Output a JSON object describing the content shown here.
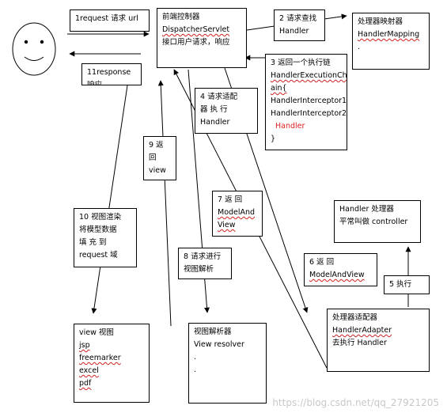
{
  "boxes": {
    "request": {
      "lines": [
        "1request 请求 url"
      ]
    },
    "dispatcher": {
      "lines": [
        "前端控制器",
        "DispatcherServlet",
        "接口用户请求，响应"
      ]
    },
    "find_handler": {
      "lines": [
        "2 请求查找",
        "Handler"
      ]
    },
    "handler_mapping": {
      "lines": [
        "处理器映射器",
        "HandlerMapping",
        "."
      ]
    },
    "response": {
      "lines": [
        "11response",
        "响应"
      ]
    },
    "execution_chain": {
      "lines": [
        "3 返回一个执行链",
        "HandlerExecutionCh",
        "ain{",
        "HandlerInterceptor1",
        "HandlerInterceptor2",
        "Handler",
        "}"
      ]
    },
    "adapter_request": {
      "lines": [
        "4 请求适配",
        "器 执 行",
        "Handler"
      ]
    },
    "return_view": {
      "lines": [
        "9 返",
        "回",
        "view"
      ]
    },
    "return_mav_7": {
      "lines": [
        "7 返 回",
        "ModelAnd",
        "View"
      ]
    },
    "handler_info": {
      "lines": [
        "Handler 处理器",
        "平常叫做 controller"
      ]
    },
    "render_view": {
      "lines": [
        "10 视图渲染",
        "将模型数据",
        "填 充 到",
        "request 域"
      ]
    },
    "view_resolve_request": {
      "lines": [
        "8 请求进行",
        "视图解析"
      ]
    },
    "return_mav_6": {
      "lines": [
        "6 返 回",
        "ModelAndView"
      ]
    },
    "execute": {
      "lines": [
        "5 执行"
      ]
    },
    "view": {
      "lines": [
        "view 视图",
        "jsp",
        "freemarker",
        "excel",
        "pdf"
      ]
    },
    "view_resolver": {
      "lines": [
        "视图解析器",
        "View resolver",
        ".",
        "."
      ]
    },
    "handler_adapter": {
      "lines": [
        "处理器适配器",
        "HandlerAdapter",
        "去执行 Handler"
      ]
    }
  },
  "watermark": "https://blog.csdn.net/qq_27921205"
}
